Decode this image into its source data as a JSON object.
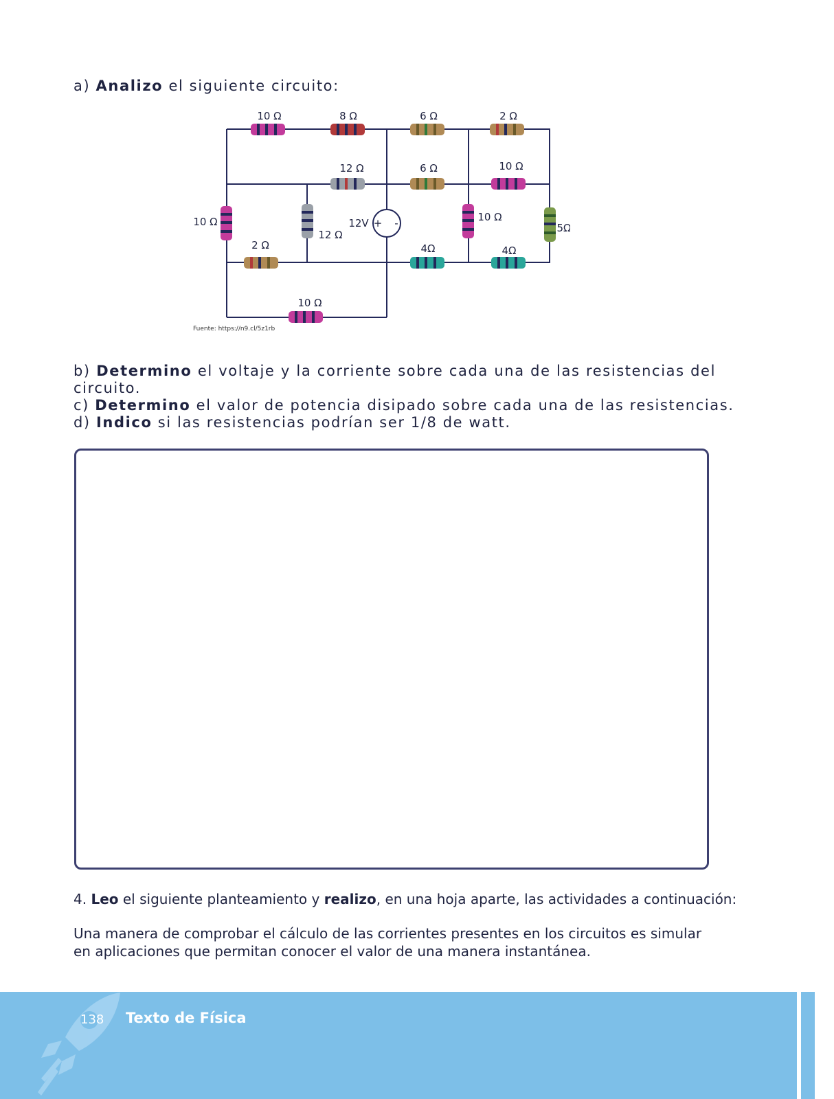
{
  "question_a": {
    "prefix": "a) ",
    "bold": "Analizo",
    "rest": " el siguiente circuito:"
  },
  "circuit": {
    "source_voltage": "12V",
    "plus_sign": "+",
    "minus_sign": "-",
    "labels": {
      "r_top_1": "10 Ω",
      "r_top_2": "8 Ω",
      "r_top_3": "6 Ω",
      "r_top_4": "2 Ω",
      "r_mid_12": "12 Ω",
      "r_mid_6": "6 Ω",
      "r_mid_10": "10 Ω",
      "r_left_10": "10 Ω",
      "r_2": "2 Ω",
      "r_vert_12": "12 Ω",
      "r_4_left": "4Ω",
      "r_vert_10": "10 Ω",
      "r_4_right": "4Ω",
      "r_5": "5Ω",
      "r_bottom_10": "10 Ω"
    },
    "colors": {
      "wire": "#23285a",
      "pink": "#c23b9b",
      "red": "#b13a3a",
      "tan": "#b08a55",
      "gray": "#9aa0a8",
      "teal": "#2aa69a",
      "green": "#7a9a4a"
    }
  },
  "source_credit": "Fuente: https://n9.cl/5z1rb",
  "question_b": {
    "prefix": "b) ",
    "bold": "Determino",
    "rest": " el voltaje y la corriente sobre cada una de las resistencias del circuito."
  },
  "question_c": {
    "prefix": "c) ",
    "bold": "Determino",
    "rest": " el valor de potencia disipado sobre cada una de las resistencias."
  },
  "question_d": {
    "prefix": "d) ",
    "bold": "Indico",
    "rest": " si las resistencias podrían ser 1/8 de watt."
  },
  "item_4": {
    "number": "4. ",
    "bold1": "Leo",
    "mid": " el siguiente planteamiento y ",
    "bold2": "realizo",
    "rest": ", en una hoja aparte, las actividades a continuación:"
  },
  "intro_paragraph": "Una manera de comprobar el cálculo de las corrientes presentes en los circuitos es simular en aplicaciones que permitan conocer el valor de una manera instantánea.",
  "footer": {
    "page_number": "138",
    "book_title": "Texto de Física",
    "color": "#7dbfe8"
  }
}
